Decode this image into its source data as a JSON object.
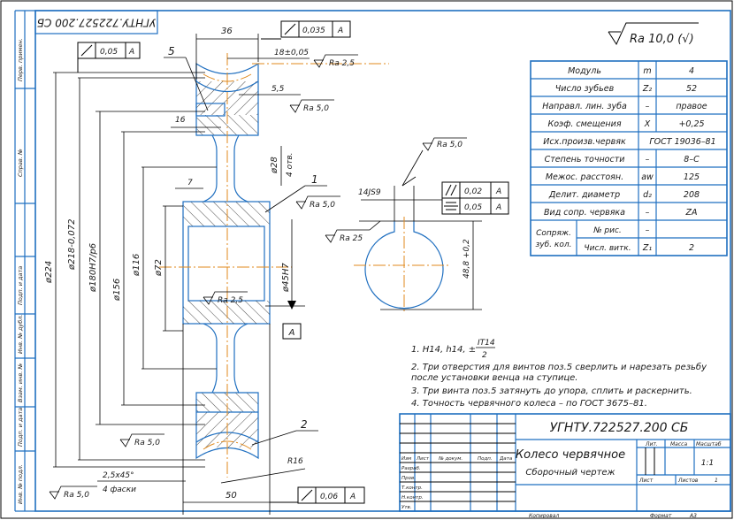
{
  "sheet": {
    "roughness": "Ra 10,0 (√)",
    "stamp_top": "УГНТУ.722527.200 СБ",
    "side_labels": [
      "Перв. примен.",
      "Справ. №",
      "Подп. и дата",
      "Инв. № дубл.",
      "Взам. инв. №",
      "Подп. и дата",
      "Инв. № подл."
    ]
  },
  "params_table": {
    "rows": [
      {
        "label": "Модуль",
        "sym": "m",
        "value": "4"
      },
      {
        "label": "Число зубьев",
        "sym": "Z₂",
        "value": "52"
      },
      {
        "label": "Направл. лин. зуба",
        "sym": "–",
        "value": "правое"
      },
      {
        "label": "Коэф. смещения",
        "sym": "X",
        "value": "+0,25"
      },
      {
        "label": "Исх.произв.червяк",
        "sym": "",
        "value": "ГОСТ 19036–81"
      },
      {
        "label": "Степень точности",
        "sym": "–",
        "value": "8–С"
      },
      {
        "label": "Межос. расстоян.",
        "sym": "aw",
        "value": "125"
      },
      {
        "label": "Делит. диаметр",
        "sym": "d₂",
        "value": "208"
      },
      {
        "label": "Вид сопр. червяка",
        "sym": "–",
        "value": "ZA"
      }
    ],
    "mating": {
      "group_label_1": "Сопряж.",
      "group_label_2": "зуб. кол.",
      "rows": [
        {
          "label": "№ рис.",
          "sym": "–",
          "value": ""
        },
        {
          "label": "Числ. витк.",
          "sym": "Z₁",
          "value": "2"
        }
      ]
    }
  },
  "drawing": {
    "dims": {
      "d224": "ø224",
      "d218": "ø218-0,072",
      "d180": "ø180H7/p6",
      "d156": "ø156",
      "d116": "ø116",
      "d72": "ø72",
      "d45": "ø45H7",
      "d28": "ø28",
      "holes": "4 отв.",
      "w36": "36",
      "w18": "18±0,05",
      "w5_5": "5,5",
      "w16": "16",
      "w7": "7",
      "w50": "50",
      "chamfer": "2,5x45°",
      "chamfer_count": "4 фаски",
      "r16": "R16",
      "key_w": "14JS9",
      "key_h": "48,8 +0,2"
    },
    "roughness_marks": [
      "Ra 2,5",
      "Ra 5,0",
      "Ra 5,0",
      "Ra 2,5",
      "Ra 5,0",
      "Ra 5,0",
      "Ra 5,0",
      "Ra 25"
    ],
    "positions": [
      "5",
      "1",
      "2"
    ],
    "datum": "A",
    "tolerances": [
      {
        "symbol": "runout",
        "value": "0,05",
        "datum": "A"
      },
      {
        "symbol": "runout",
        "value": "0,035",
        "datum": "A"
      },
      {
        "symbol": "parallel",
        "value": "0,02",
        "datum": "A"
      },
      {
        "symbol": "symmetry",
        "value": "0,05",
        "datum": "A"
      },
      {
        "symbol": "runout",
        "value": "0,06",
        "datum": "A"
      }
    ]
  },
  "notes": {
    "n1_prefix": "1. H14, h14, ±",
    "n1_num": "IT14",
    "n1_den": "2",
    "n2a": "2. Три отверстия для винтов поз.5 сверлить и нарезать резьбу",
    "n2b": "после установки венца на ступице.",
    "n3": "3. Три винта поз.5 затянуть до упора, сплить и раскернить.",
    "n4": "4. Точность червячного колеса – по ГОСТ 3675–81."
  },
  "title_block": {
    "doc_code": "УГНТУ.722527.200 СБ",
    "name": "Колесо червячное",
    "doc_type": "Сборочный чертеж",
    "col_headers": [
      "Изм",
      "Лист",
      "№ докум.",
      "Подп.",
      "Дата"
    ],
    "roles": [
      "Разраб.",
      "Пров.",
      "Т.контр.",
      "",
      "Н.контр.",
      "Утв."
    ],
    "lit": "Лит.",
    "mass": "Масса",
    "scale_label": "Масштаб",
    "scale": "1:1",
    "sheet_label": "Лист",
    "sheets_label": "Листов",
    "sheets": "1",
    "copied": "Копировал",
    "format_label": "Формат",
    "format": "A3"
  },
  "colors": {
    "frame": "#1f6fc0",
    "axis": "#e08a1e",
    "ink": "#000000"
  }
}
